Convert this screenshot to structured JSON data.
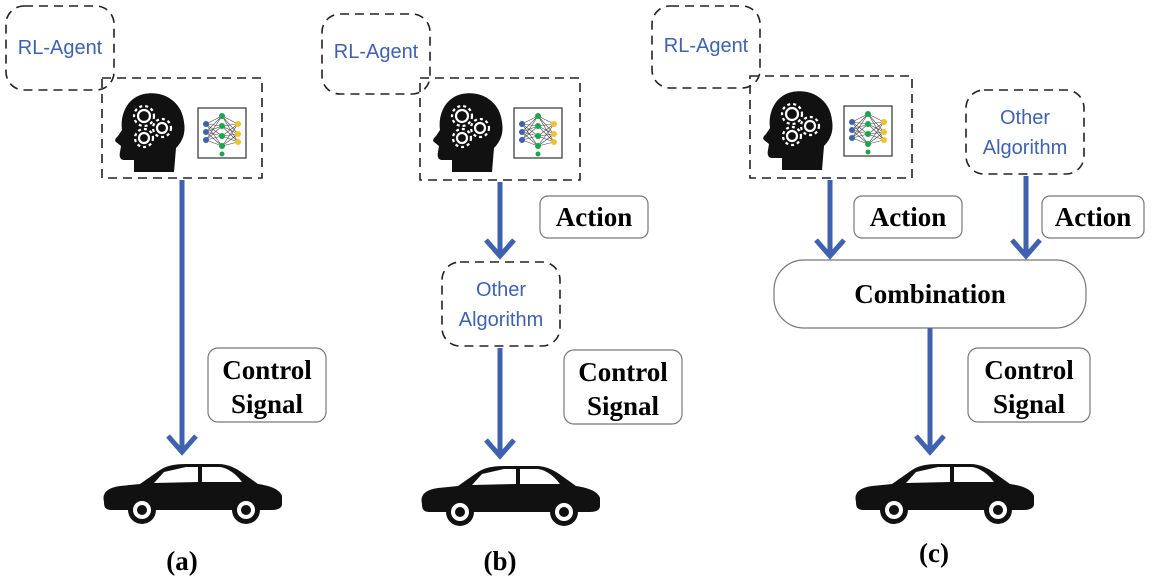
{
  "panels": [
    {
      "agent_label": "RL-Agent",
      "control_label": [
        "Control",
        "Signal"
      ],
      "caption": "(a)"
    },
    {
      "agent_label": "RL-Agent",
      "action_label": "Action",
      "other_algorithm_label": [
        "Other",
        "Algorithm"
      ],
      "control_label": [
        "Control",
        "Signal"
      ],
      "caption": "(b)"
    },
    {
      "agent_label": "RL-Agent",
      "other_algorithm_label": [
        "Other",
        "Algorithm"
      ],
      "action_left_label": "Action",
      "action_right_label": "Action",
      "combination_label": "Combination",
      "control_label": [
        "Control",
        "Signal"
      ],
      "caption": "(c)"
    }
  ],
  "colors": {
    "accent_blue": "#3f62b0",
    "node_blue": "#3f62b0",
    "node_green": "#1aa64a",
    "node_yellow": "#f2c12e",
    "silhouette": "#111111"
  },
  "icons": [
    "brain-gears-icon",
    "neural-network-icon",
    "car-icon"
  ]
}
